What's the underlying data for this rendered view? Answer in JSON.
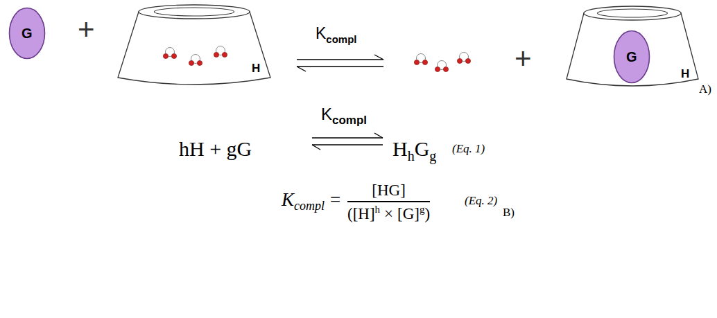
{
  "diagram": {
    "nodes": [
      {
        "text": [
          "G"
        ]
      },
      {
        "text": [
          "H"
        ]
      },
      {
        "text": [
          "H"
        ]
      },
      {
        "text": [
          "G"
        ],
        "in": 2
      }
    ],
    "labels": [
      "+",
      "K",
      "compl",
      "+",
      "A)",
      "hH + gG",
      "K",
      "compl",
      "H",
      "h",
      "G",
      "g",
      "(Eq. 1)",
      "K",
      "compl",
      "=",
      "[HG]",
      "([H]",
      "h",
      "×",
      "[G]",
      "g",
      ")",
      "(Eq. 2)",
      "B)"
    ]
  }
}
